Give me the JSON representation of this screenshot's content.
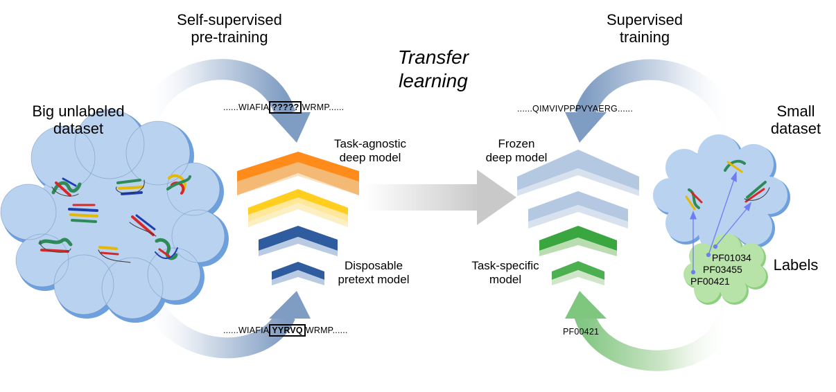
{
  "stages": {
    "pretraining": {
      "line1": "Self-supervised",
      "line2": "pre-training"
    },
    "transfer": {
      "line1": "Transfer",
      "line2": "learning"
    },
    "supervised": {
      "line1": "Supervised",
      "line2": "training"
    }
  },
  "datasets": {
    "big": {
      "line1": "Big unlabeled",
      "line2": "dataset"
    },
    "small": {
      "line1": "Small",
      "line2": "dataset"
    },
    "labels": "Labels"
  },
  "models": {
    "task_agnostic": {
      "line1": "Task-agnostic",
      "line2": "deep model"
    },
    "disposable": {
      "line1": "Disposable",
      "line2": "pretext model"
    },
    "frozen": {
      "line1": "Frozen",
      "line2": "deep model"
    },
    "task_specific": {
      "line1": "Task-specific",
      "line2": "model"
    }
  },
  "sequences": {
    "masked": {
      "prefix": "......WIAFIA",
      "mask": "?????",
      "suffix": "WRMP......"
    },
    "target": {
      "prefix": "......WIAFIA",
      "answer": "YYRVQ",
      "suffix": "WRMP......"
    },
    "downstream": "......QIMVIVPPPVYAERG......",
    "downstream_label": "PF00421"
  },
  "pfam_labels": [
    "PF01034",
    "PF03455",
    "PF00421"
  ],
  "colors": {
    "orange_layer": "#ff8c1a",
    "yellow_layer": "#ffce1f",
    "blue_layer": "#2f5c9e",
    "green_layer": "#3aa640",
    "frozen_layer": "#b5c8e1",
    "cloud_blue": "#b9d2f0",
    "cloud_green": "#b7e2a8"
  }
}
